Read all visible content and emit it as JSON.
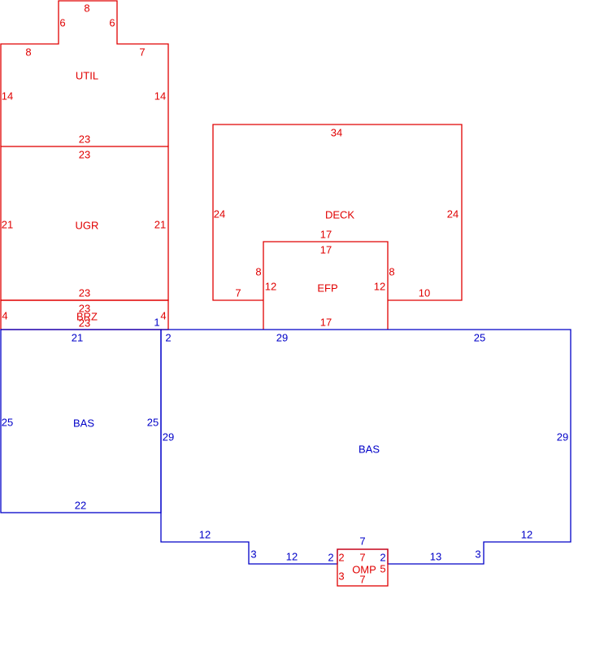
{
  "colors": {
    "red": "#e00000",
    "blue": "#0000c8"
  },
  "areas": [
    {
      "name": "util",
      "label": "UTIL",
      "color": "red"
    },
    {
      "name": "ugr",
      "label": "UGR",
      "color": "red"
    },
    {
      "name": "brz",
      "label": "BRZ",
      "color": "red"
    },
    {
      "name": "deck",
      "label": "DECK",
      "color": "red"
    },
    {
      "name": "efp",
      "label": "EFP",
      "color": "red"
    },
    {
      "name": "bas-left",
      "label": "BAS",
      "color": "blue"
    },
    {
      "name": "bas-main",
      "label": "BAS",
      "color": "blue"
    },
    {
      "name": "omp",
      "label": "OMP",
      "color": "red"
    }
  ],
  "dimensions": {
    "util": [
      "8",
      "6",
      "6",
      "8",
      "7",
      "14",
      "14",
      "23"
    ],
    "ugr": [
      "23",
      "21",
      "21",
      "23"
    ],
    "brz": [
      "23",
      "23",
      "4",
      "4"
    ],
    "deck": [
      "34",
      "24",
      "24",
      "8",
      "8",
      "7",
      "10"
    ],
    "efp": [
      "17",
      "17",
      "12",
      "12",
      "17"
    ],
    "bas_left": [
      "21",
      "1",
      "25",
      "25",
      "22"
    ],
    "bas_main": [
      "2",
      "29",
      "25",
      "29",
      "29",
      "12",
      "3",
      "12",
      "2",
      "7",
      "2",
      "13",
      "3",
      "12"
    ],
    "omp": [
      "2",
      "7",
      "5",
      "3",
      "7"
    ]
  }
}
